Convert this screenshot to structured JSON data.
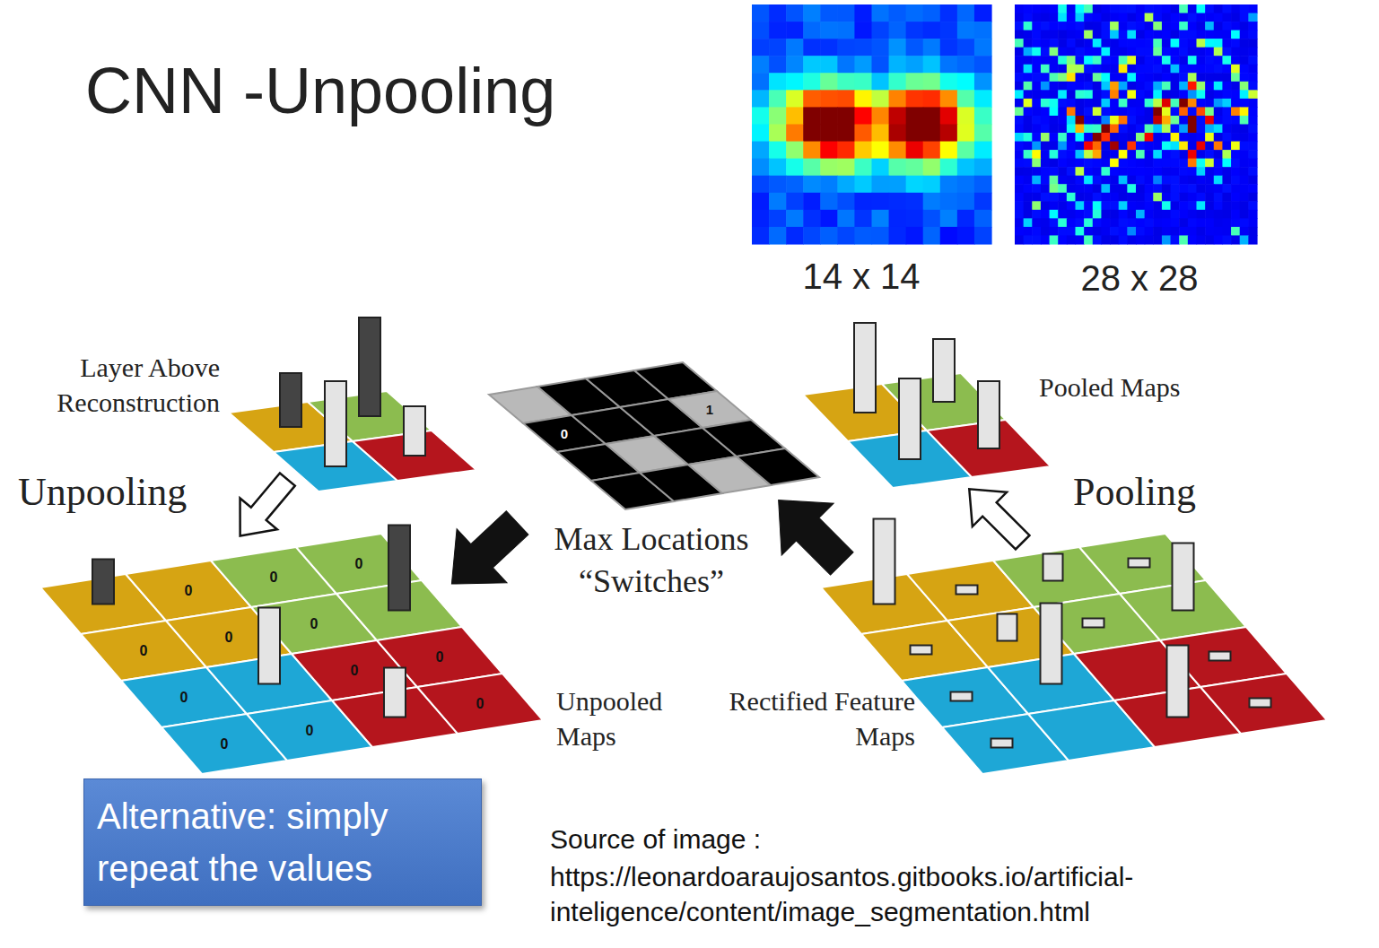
{
  "diagram": {
    "title": "CNN -Unpooling",
    "nodes": [
      {
        "text": [
          "Alternative: simply repeat the values"
        ]
      }
    ],
    "labels": [
      "14 x 14",
      "28 x 28",
      "Layer Above Reconstruction",
      "Pooled Maps",
      "1",
      "0",
      "Unpooling",
      "Pooling",
      "Max Locations “Switches”",
      "0",
      "0",
      "0",
      "0",
      "0",
      "0",
      "0",
      "0",
      "0",
      "0",
      "0",
      "0",
      "Unpooled Maps",
      "Rectified Feature Maps",
      "Source of image :",
      "https://leonardoaraujosantos.gitbooks.io/artificial-inteligence/content/image_segmentation.html"
    ]
  }
}
